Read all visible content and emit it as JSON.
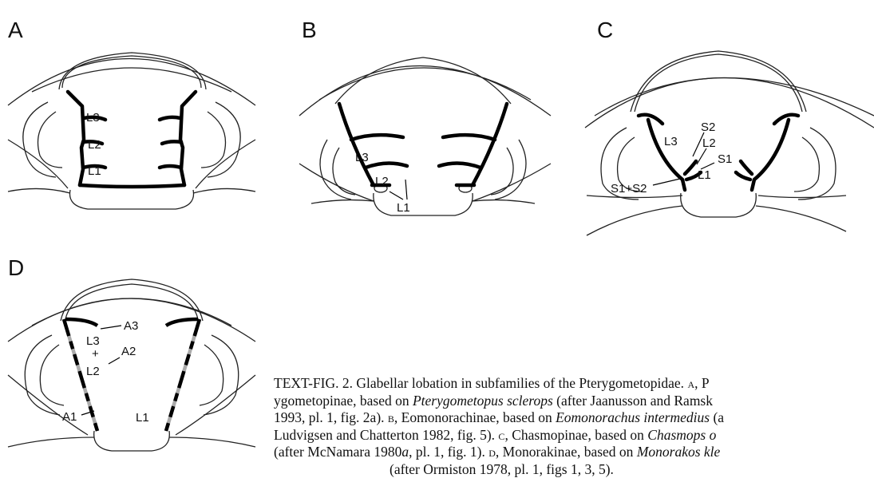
{
  "panels": {
    "a": {
      "letter": "A",
      "labels": [
        "L3",
        "L2",
        "L1"
      ]
    },
    "b": {
      "letter": "B",
      "labels": [
        "L3",
        "L2",
        "L1"
      ]
    },
    "c": {
      "letter": "C",
      "labels": [
        "L3",
        "S2",
        "L2",
        "S1",
        "L1",
        "S1+S2"
      ]
    },
    "d": {
      "letter": "D",
      "labels": [
        "A3",
        "L3",
        "+",
        "A2",
        "L2",
        "A1",
        "L1"
      ]
    }
  },
  "caption": {
    "line1_prefix": "TEXT-FIG.",
    "line1_text": " 2. Glabellar lobation in subfamilies of the Pterygometopidae. ",
    "line1_a": "a",
    "line1_end": ", P",
    "line2_text": "ygometopinae, based on ",
    "line2_italic": "Pterygometopus sclerops",
    "line2_end": " (after Jaanusson and Ramsk",
    "line3_text": "1993, pl. 1, fig. 2a). ",
    "line3_b": "b",
    "line3_mid": ", Eomonorachinae, based on ",
    "line3_italic": "Eomonorachus intermedius",
    "line3_end": " (a",
    "line4_text": "Ludvigsen and Chatterton 1982, fig. 5). ",
    "line4_c": "c",
    "line4_mid": ", Chasmopinae, based on ",
    "line4_italic": "Chasmops o",
    "line5_text": "(after McNamara 1980",
    "line5_italic": "a",
    "line5_mid": ", pl. 1, fig. 1). ",
    "line5_d": "d",
    "line5_mid2": ", Monorakinae, based on ",
    "line5_italic2": "Monorakos kle",
    "line6_text": "(after Ormiston 1978, pl. 1, figs 1, 3, 5)."
  }
}
